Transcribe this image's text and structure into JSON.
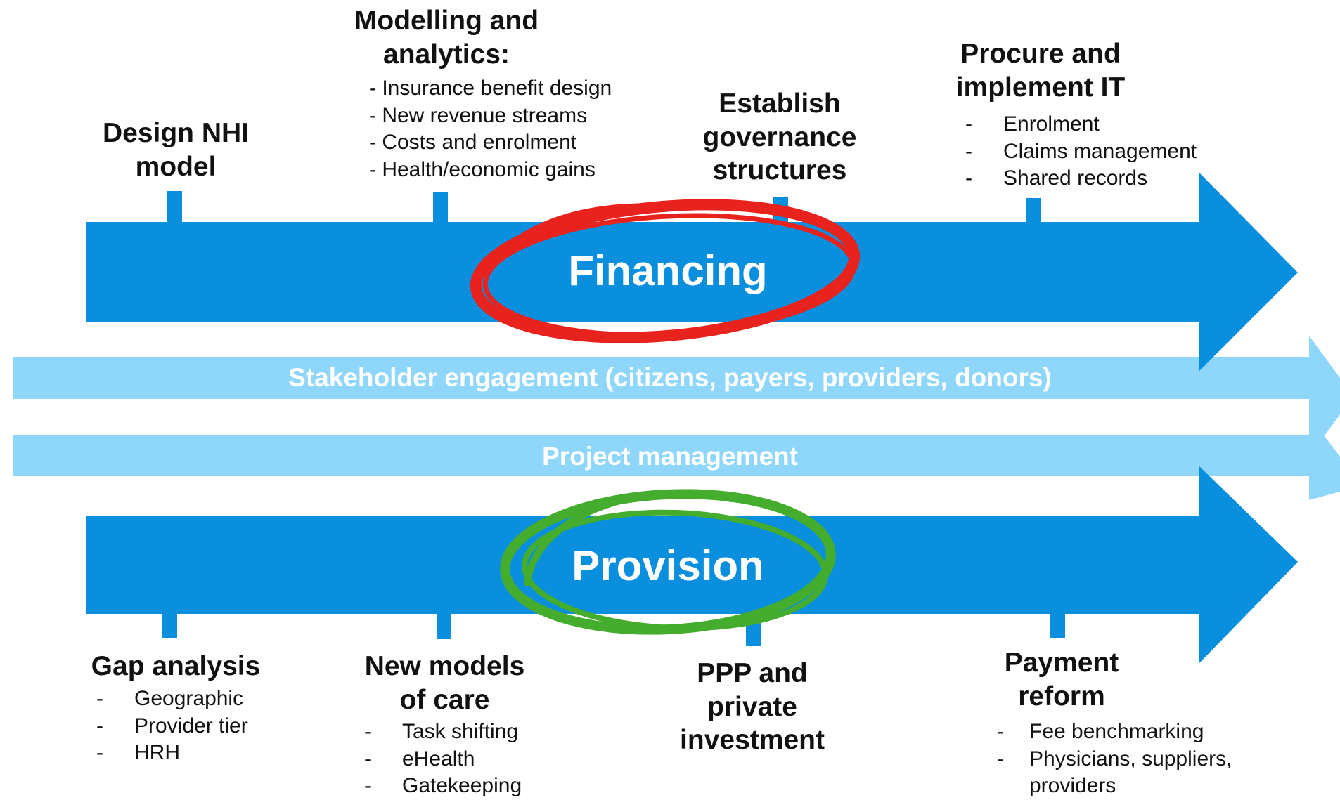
{
  "colors": {
    "main_arrow": "#0a8ede",
    "light_band": "#8fd6fb",
    "financing_circle": "#e8221c",
    "provision_circle": "#45ad2e",
    "text_dark": "#111111",
    "text_light": "#ffffff"
  },
  "financing": {
    "title": "Financing",
    "milestones": {
      "design": {
        "title": "Design NHI model"
      },
      "modelling": {
        "title": "Modelling and analytics:",
        "items": [
          "- Insurance benefit design",
          "- New revenue streams",
          "- Costs and enrolment",
          "- Health/economic gains"
        ]
      },
      "governance": {
        "title": "Establish governance structures"
      },
      "it": {
        "title": "Procure and implement IT",
        "items": [
          "Enrolment",
          "Claims management",
          "Shared records"
        ]
      }
    }
  },
  "stakeholder": {
    "text": "Stakeholder engagement (citizens, payers, providers, donors)"
  },
  "project": {
    "text": "Project management"
  },
  "provision": {
    "title": "Provision",
    "milestones": {
      "gap": {
        "title": "Gap analysis",
        "items": [
          "Geographic",
          "Provider tier",
          "HRH"
        ]
      },
      "models": {
        "title": "New models of care",
        "items": [
          "Task shifting",
          "eHealth",
          "Gatekeeping"
        ]
      },
      "ppp": {
        "title": "PPP and private investment"
      },
      "payment": {
        "title": "Payment reform",
        "items": [
          "Fee benchmarking",
          "Physicians, suppliers,",
          "providers"
        ]
      }
    }
  }
}
